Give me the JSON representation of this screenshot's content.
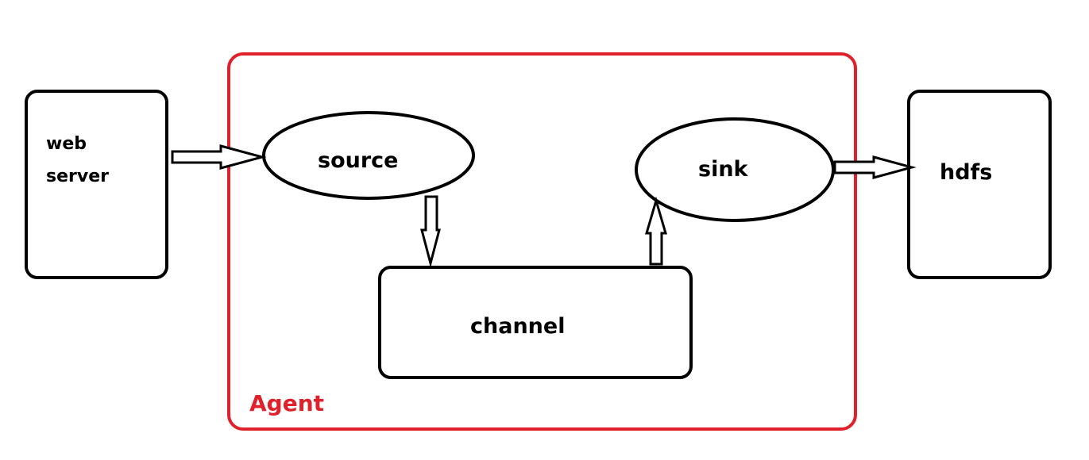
{
  "nodes": {
    "web_server": {
      "line1": "web",
      "line2": "server"
    },
    "source": {
      "label": "source"
    },
    "channel": {
      "label": "channel"
    },
    "sink": {
      "label": "sink"
    },
    "hdfs": {
      "label": "hdfs"
    }
  },
  "agent": {
    "label": "Agent",
    "color": "#e0202a"
  },
  "colors": {
    "stroke": "#000000",
    "background": "#ffffff"
  }
}
